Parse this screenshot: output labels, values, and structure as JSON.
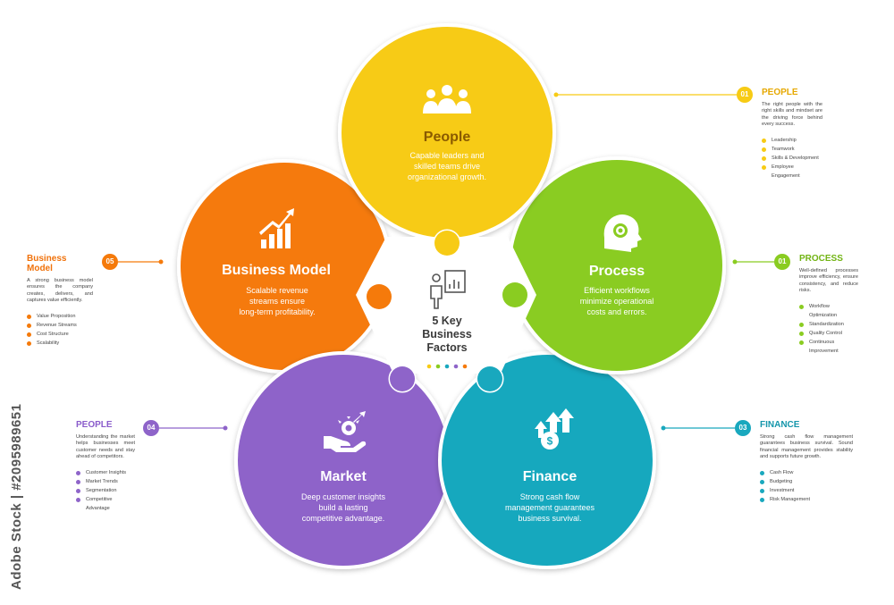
{
  "colors": {
    "people": "#F7CB15",
    "process": "#8ACC21",
    "finance": "#19A8BE",
    "market": "#8E64C9",
    "business_model": "#F57A0B",
    "people_label": "#E6A800",
    "process_label": "#72B414",
    "finance_label": "#1596AB",
    "market_label": "#8A5CCB",
    "business_model_label": "#F0720B"
  },
  "center": {
    "line1": "5 Key",
    "line2": "Business",
    "line3": "Factors",
    "icon": "presentation-board-icon"
  },
  "circles": {
    "people": {
      "title": "People",
      "icon": "team-icon",
      "desc": [
        "Capable leaders and",
        "skilled teams drive",
        "organizational growth."
      ]
    },
    "process": {
      "title": "Process",
      "icon": "gear-head-icon",
      "desc": [
        "Efficient workflows",
        "minimize operational",
        "costs and errors."
      ]
    },
    "finance": {
      "title": "Finance",
      "icon": "dollar-growth-icon",
      "desc": [
        "Strong cash flow",
        "management guarantees",
        "business survival."
      ]
    },
    "market": {
      "title": "Market",
      "icon": "hand-gear-icon",
      "desc": [
        "Deep customer insights",
        "build a lasting",
        "competitive advantage."
      ]
    },
    "business_model": {
      "title": "Business Model",
      "icon": "growth-chart-icon",
      "desc": [
        "Scalable revenue",
        "streams ensure",
        "long-term profitability."
      ]
    }
  },
  "panels": {
    "people": {
      "number": "01",
      "title": "PEOPLE",
      "desc": "The right people with the right skills and mindset are the driving force behind every success.",
      "items": [
        "Leadership",
        "Teamwork",
        "Skills & Development",
        "Employee Engagement"
      ]
    },
    "process": {
      "number": "01",
      "title": "PROCESS",
      "desc": "Well-defined processes improve efficiency, ensure consistency, and reduce risks.",
      "items": [
        "Workflow Optimization",
        "Standardization",
        "Quality Control",
        "Continuous Improvement"
      ]
    },
    "finance": {
      "number": "03",
      "title": "FINANCE",
      "desc": "Strong cash flow management guarantees business survival. Sound financial management provides stability and supports future growth.",
      "items": [
        "Cash Flow",
        "Budgeting",
        "Investment",
        "Risk Management"
      ]
    },
    "market": {
      "number": "04",
      "title": "PEOPLE",
      "desc": "Understanding the market helps businesses meet customer needs and stay ahead of competitors.",
      "items": [
        "Customer Insights",
        "Market Trends",
        "Segmentation",
        "Competitive Advantage"
      ]
    },
    "business_model": {
      "number": "05",
      "title": "Business Model",
      "desc": "A strong business model ensures the company creates, delivers, and captures value efficiently.",
      "items": [
        "Value Proposition",
        "Revenue Streams",
        "Cost Structure",
        "Scalability"
      ]
    }
  },
  "watermark_side": "Adobe Stock | #2095989651"
}
